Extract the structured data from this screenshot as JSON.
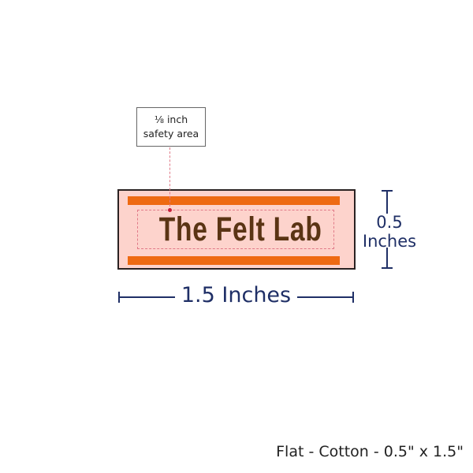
{
  "patch": {
    "text": "The Felt Lab",
    "background_color": "#fdd3cc",
    "stripe_color": "#ee6a12",
    "text_color": "#5a3414"
  },
  "callout": {
    "line1": "⅛ inch",
    "line2": "safety area"
  },
  "dimensions": {
    "height_value": "0.5",
    "height_unit": "Inches",
    "width_label": "1.5 Inches"
  },
  "footer": {
    "product": "Flat - Cotton - 0.5\" x 1.5\""
  }
}
